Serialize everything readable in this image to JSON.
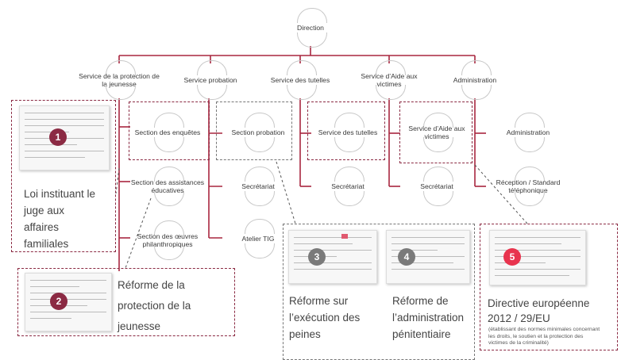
{
  "diagram": {
    "root": "Direction",
    "services": [
      "Service de la protection de la jeunesse",
      "Service probation",
      "Service des tutelles",
      "Service d’Aide aux victimes",
      "Administration"
    ],
    "sections": {
      "enquetes": "Section des enquêtes",
      "assistances": "Section des assistances éducatives",
      "oeuvres": "Section des œuvres philanthropiques",
      "probation": "Section probation",
      "secretariat_probation": "Secrétariat",
      "atelier": "Atelier TIG",
      "tutelles": "Service des tutelles",
      "secretariat_tutelles": "Secrétariat",
      "aide_victimes": "Service d’Aide aux victimes",
      "secretariat_aide": "Secrétariat",
      "administration": "Administration",
      "reception": "Réception / Standard téléphonique"
    }
  },
  "reforms": [
    {
      "number": "1",
      "caption_lines": [
        "Loi instituant le",
        "juge aux",
        "affaires",
        "familiales"
      ],
      "badge_color": "#8b2a43"
    },
    {
      "number": "2",
      "caption_lines": [
        "Réforme de la",
        "protection de la",
        "jeunesse"
      ],
      "badge_color": "#8b2a43"
    },
    {
      "number": "3",
      "caption_lines": [
        "Réforme sur",
        "l’exécution des",
        "peines"
      ],
      "badge_color": "#7a7a7a"
    },
    {
      "number": "4",
      "caption_lines": [
        "Réforme de",
        "l’administration",
        "pénitentiaire"
      ],
      "badge_color": "#7a7a7a"
    },
    {
      "number": "5",
      "caption_lines": [
        "Directive européenne",
        "2012 / 29/EU"
      ],
      "note_lines": [
        "(établissant des normes minimales concernant",
        "les droits, le soutien et la protection des",
        "victimes de la criminalité)"
      ],
      "badge_color": "#e8344e"
    }
  ],
  "colors": {
    "wire": "#a8263f",
    "dash_red": "#8b2a43",
    "dash_grey": "#777777"
  }
}
